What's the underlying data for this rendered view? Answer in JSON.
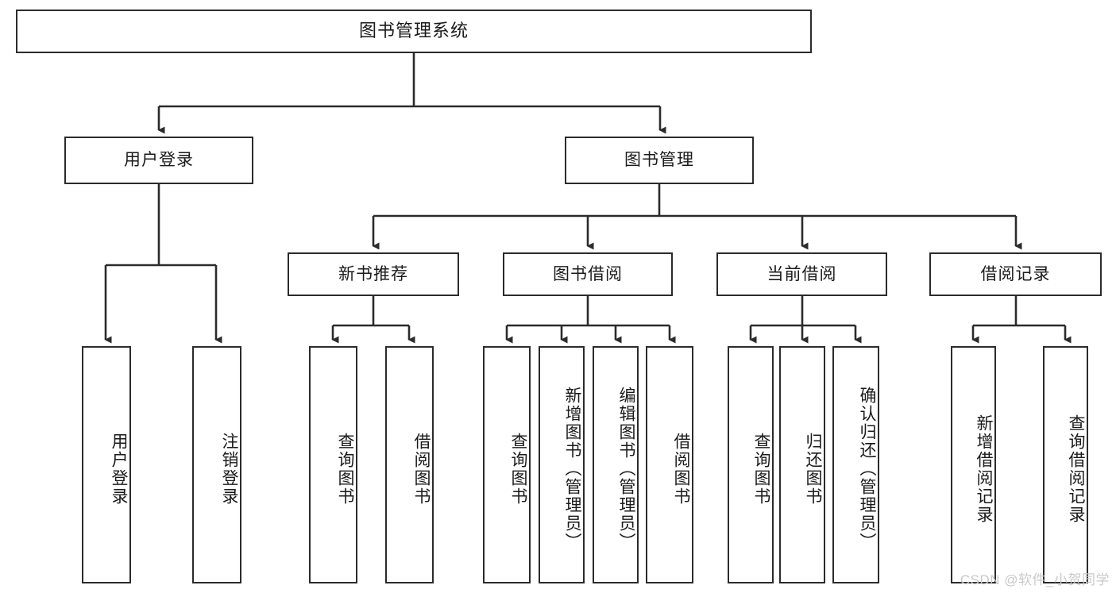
{
  "diagram": {
    "title": "图书管理系统",
    "watermark": "CSDN @软件_小贺同学",
    "line_color": "#2b2b2b",
    "box_fill": "#ffffff",
    "text_color": "#1a1a1a",
    "watermark_color": "#c9c9c9"
  },
  "nodes": {
    "root": {
      "label": "图书管理系统"
    },
    "level2": [
      {
        "label": "用户登录"
      },
      {
        "label": "图书管理"
      }
    ],
    "level3": [
      {
        "label": "新书推荐"
      },
      {
        "label": "图书借阅"
      },
      {
        "label": "当前借阅"
      },
      {
        "label": "借阅记录"
      }
    ],
    "leaves": {
      "user_login": [
        {
          "label": "用户登录"
        },
        {
          "label": "注销登录"
        }
      ],
      "new_book_recommend": [
        {
          "label": "查询图书"
        },
        {
          "label": "借阅图书"
        }
      ],
      "book_borrow": [
        {
          "label": "查询图书"
        },
        {
          "label": "新增图书（管理员）"
        },
        {
          "label": "编辑图书（管理员）"
        },
        {
          "label": "借阅图书"
        }
      ],
      "current_borrow": [
        {
          "label": "查询图书"
        },
        {
          "label": "归还图书"
        },
        {
          "label": "确认归还（管理员）"
        }
      ],
      "borrow_record": [
        {
          "label": "新增借阅记录"
        },
        {
          "label": "查询借阅记录"
        }
      ]
    }
  }
}
